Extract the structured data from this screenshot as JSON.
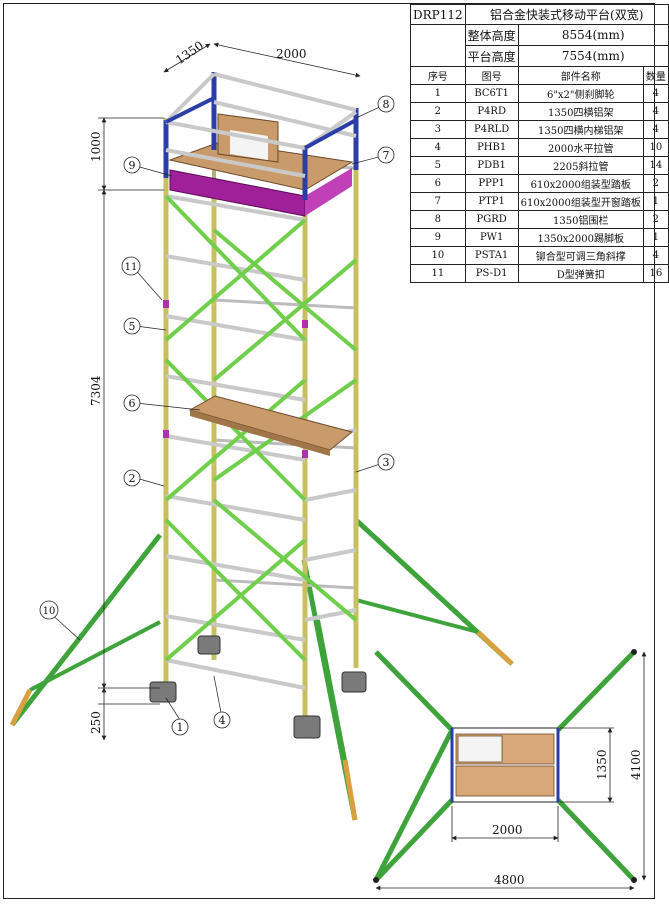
{
  "header": {
    "code": "DRP112",
    "title": "铝合金快装式移动平台(双宽)",
    "overall_height_label": "整体高度",
    "overall_height_value": "8554(mm)",
    "platform_height_label": "平台高度",
    "platform_height_value": "7554(mm)"
  },
  "table": {
    "columns": [
      "序号",
      "图号",
      "部件名称",
      "数量"
    ],
    "rows": [
      [
        "1",
        "BC6T1",
        "6\"x2\"侧刹脚轮",
        "4"
      ],
      [
        "2",
        "P4RD",
        "1350四横铝架",
        "4"
      ],
      [
        "3",
        "P4RLD",
        "1350四横内梯铝架",
        "4"
      ],
      [
        "4",
        "PHB1",
        "2000水平拉管",
        "10"
      ],
      [
        "5",
        "PDB1",
        "2205斜拉管",
        "14"
      ],
      [
        "6",
        "PPP1",
        "610x2000组装型踏板",
        "2"
      ],
      [
        "7",
        "PTP1",
        "610x2000组装型开窗踏板",
        "1"
      ],
      [
        "8",
        "PGRD",
        "1350铝围栏",
        "2"
      ],
      [
        "9",
        "PW1",
        "1350x2000踢脚板",
        "1"
      ],
      [
        "10",
        "PSTA1",
        "铆合型可调三角斜撑",
        "4"
      ],
      [
        "11",
        "PS-D1",
        "D型弹簧扣",
        "16"
      ]
    ]
  },
  "dimensions": {
    "top_depth": "1350",
    "top_width": "2000",
    "guard_height": "1000",
    "total_height": "7304",
    "base_height": "250",
    "plan_width": "2000",
    "plan_depth": "1350",
    "plan_total_width": "4800",
    "plan_total_depth": "4100"
  },
  "callouts": [
    "1",
    "2",
    "3",
    "4",
    "5",
    "6",
    "7",
    "8",
    "9",
    "10",
    "11"
  ],
  "colors": {
    "frame_yellow": "#c8c060",
    "brace_green": "#6fcf4a",
    "outrigger_green": "#3da33a",
    "rail_grey": "#c9c9c9",
    "guard_blue": "#2b3ea8",
    "kickboard_magenta": "#a0209a",
    "deck_wood": "#c99a6a"
  }
}
